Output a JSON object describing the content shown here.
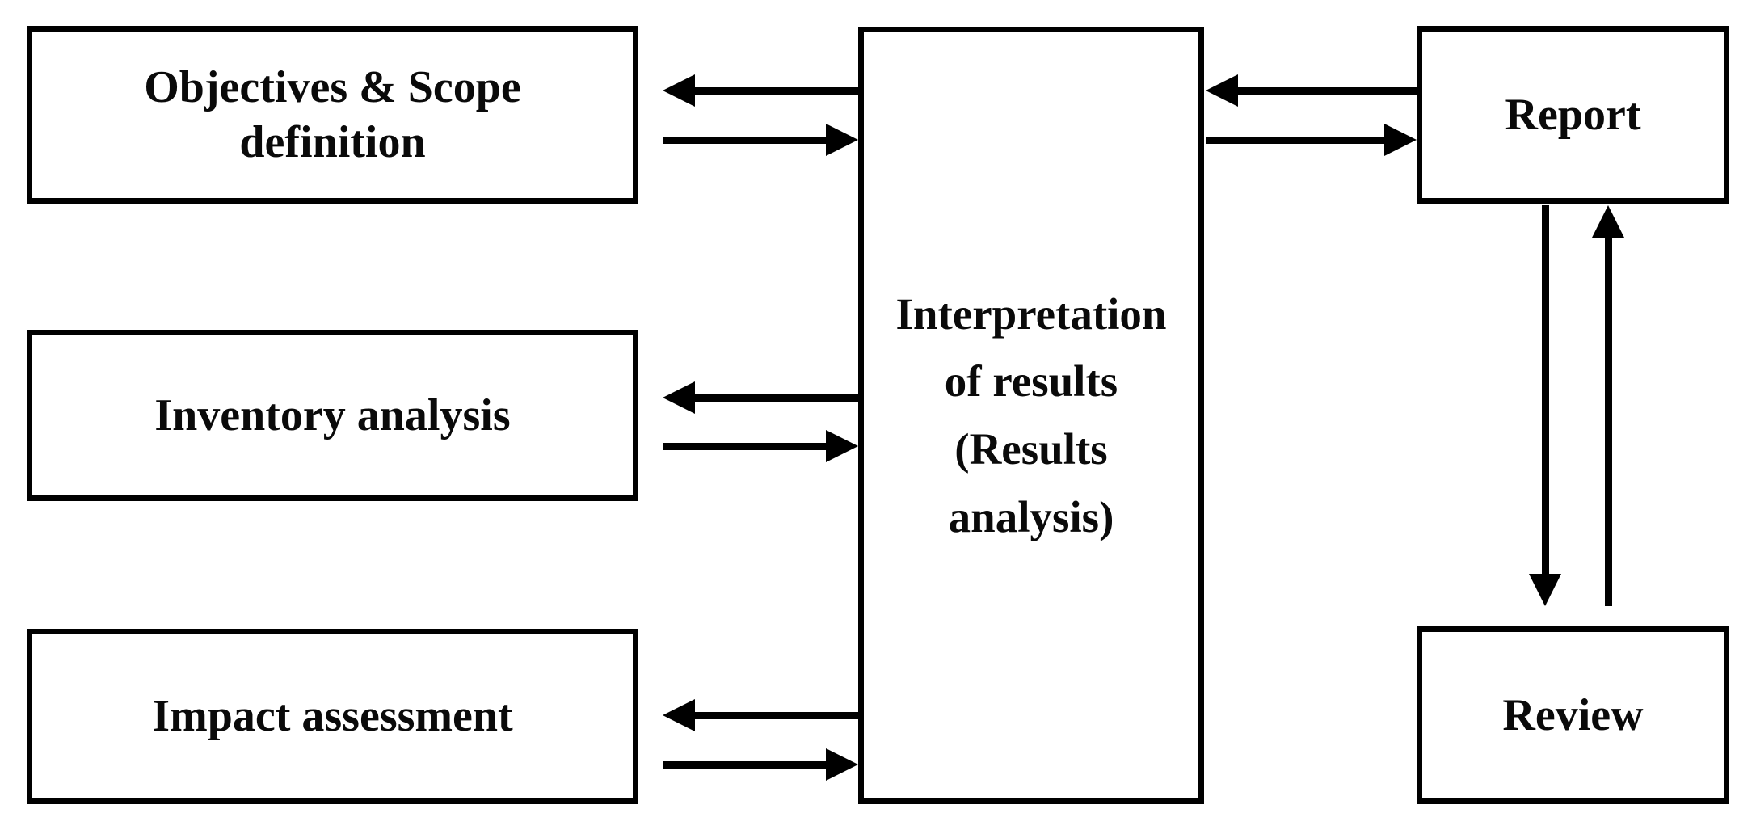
{
  "diagram": {
    "title": "Life cycle assessment framework flow diagram",
    "background_color": "#ffffff",
    "line_color": "#000000",
    "text_color": "#0a0a0a",
    "nodes": {
      "objectives": {
        "label": "Objectives & Scope\ndefinition"
      },
      "inventory": {
        "label": "Inventory analysis"
      },
      "impact": {
        "label": "Impact assessment"
      },
      "interpretation": {
        "label": "Interpretation\nof results\n(Results\nanalysis)"
      },
      "report": {
        "label": "Report"
      },
      "review": {
        "label": "Review"
      }
    },
    "connections": [
      {
        "name": "interpretation-to-objectives",
        "from": "interpretation",
        "to": "objectives",
        "direction": "left"
      },
      {
        "name": "objectives-to-interpretation",
        "from": "objectives",
        "to": "interpretation",
        "direction": "right"
      },
      {
        "name": "interpretation-to-inventory",
        "from": "interpretation",
        "to": "inventory",
        "direction": "left"
      },
      {
        "name": "inventory-to-interpretation",
        "from": "inventory",
        "to": "interpretation",
        "direction": "right"
      },
      {
        "name": "interpretation-to-impact",
        "from": "interpretation",
        "to": "impact",
        "direction": "left"
      },
      {
        "name": "impact-to-interpretation",
        "from": "impact",
        "to": "interpretation",
        "direction": "right"
      },
      {
        "name": "report-to-interpretation",
        "from": "report",
        "to": "interpretation",
        "direction": "left"
      },
      {
        "name": "interpretation-to-report",
        "from": "interpretation",
        "to": "report",
        "direction": "right"
      },
      {
        "name": "report-to-review",
        "from": "report",
        "to": "review",
        "direction": "down"
      },
      {
        "name": "review-to-report",
        "from": "review",
        "to": "report",
        "direction": "up"
      }
    ]
  }
}
